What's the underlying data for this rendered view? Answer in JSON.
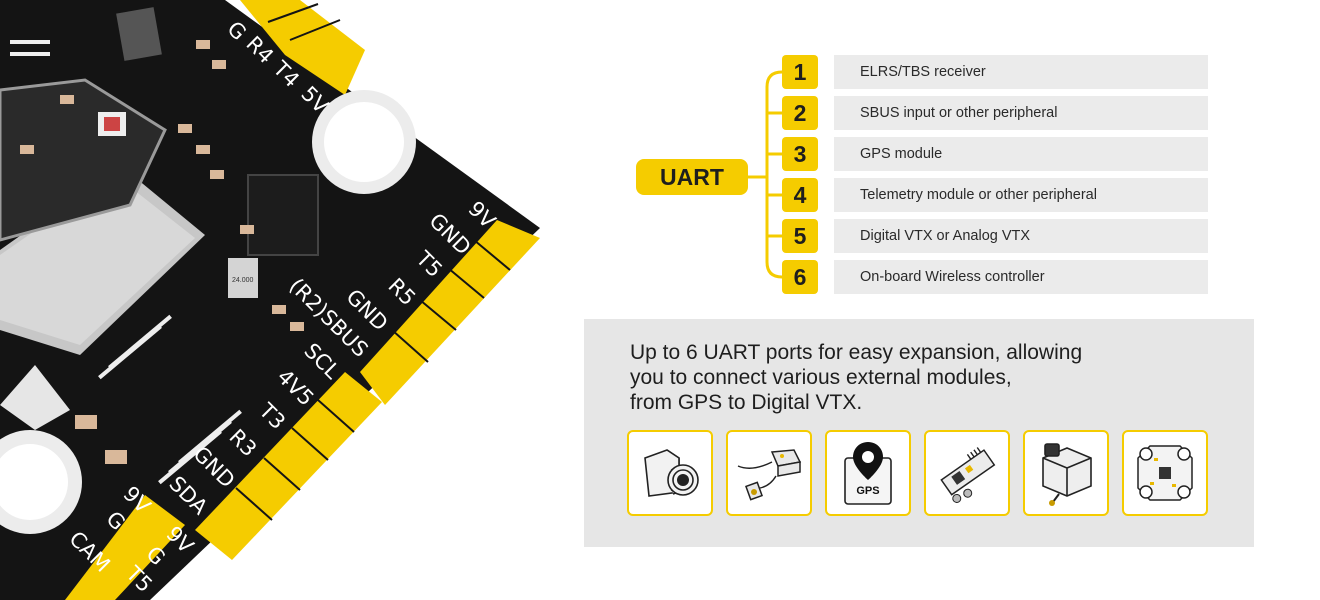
{
  "board": {
    "pad_labels": [
      "G",
      "R4",
      "T4",
      "5V",
      "9V",
      "GND",
      "T5",
      "R5",
      "GND",
      "(R2)SBUS",
      "SCL",
      "4V5",
      "T3",
      "R3",
      "GND",
      "SDA",
      "9V",
      "G",
      "CAM",
      "9V",
      "G",
      "T5"
    ],
    "chip_text": "24.000"
  },
  "uart": {
    "label": "UART",
    "ports": [
      {
        "num": "1",
        "desc": "ELRS/TBS receiver"
      },
      {
        "num": "2",
        "desc": "SBUS input or other peripheral"
      },
      {
        "num": "3",
        "desc": "GPS module"
      },
      {
        "num": "4",
        "desc": "Telemetry module or other peripheral"
      },
      {
        "num": "5",
        "desc": "Digital VTX or Analog VTX"
      },
      {
        "num": "6",
        "desc": "On-board Wireless controller"
      }
    ]
  },
  "info": {
    "lines": [
      "Up to 6 UART ports for easy expansion, allowing",
      "you to connect various external modules,",
      "from GPS to Digital VTX."
    ],
    "gps_icon_text": "GPS",
    "icons": [
      "camera-icon",
      "vtx-module-icon",
      "gps-icon",
      "receiver-icon",
      "telemetry-module-icon",
      "wireless-controller-icon"
    ]
  },
  "colors": {
    "accent": "#f5cc00",
    "board": "#141414",
    "row_bg": "#ebebeb",
    "panel_bg": "#e6e6e6"
  }
}
